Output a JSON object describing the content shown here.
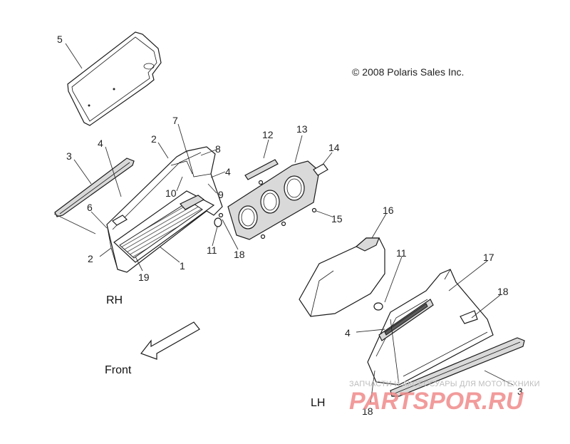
{
  "copyright": "© 2008 Polaris Sales Inc.",
  "side_labels": {
    "rh": "RH",
    "lh": "LH",
    "front": "Front"
  },
  "callouts": {
    "c1": "1",
    "c2a": "2",
    "c2b": "2",
    "c3a": "3",
    "c3b": "3",
    "c4a": "4",
    "c4b": "4",
    "c4c": "4",
    "c5": "5",
    "c6": "6",
    "c7": "7",
    "c8": "8",
    "c9": "9",
    "c10": "10",
    "c11a": "11",
    "c11b": "11",
    "c12": "12",
    "c13": "13",
    "c14": "14",
    "c15": "15",
    "c16": "16",
    "c17": "17",
    "c18a": "18",
    "c18b": "18",
    "c18c": "18",
    "c19": "19"
  },
  "watermark": {
    "text": "ЗАПЧАСТИ И АКСЕССУАРЫ ДЛЯ МОТОТЕХНИКИ",
    "brand": "PARTSPOR.RU"
  }
}
